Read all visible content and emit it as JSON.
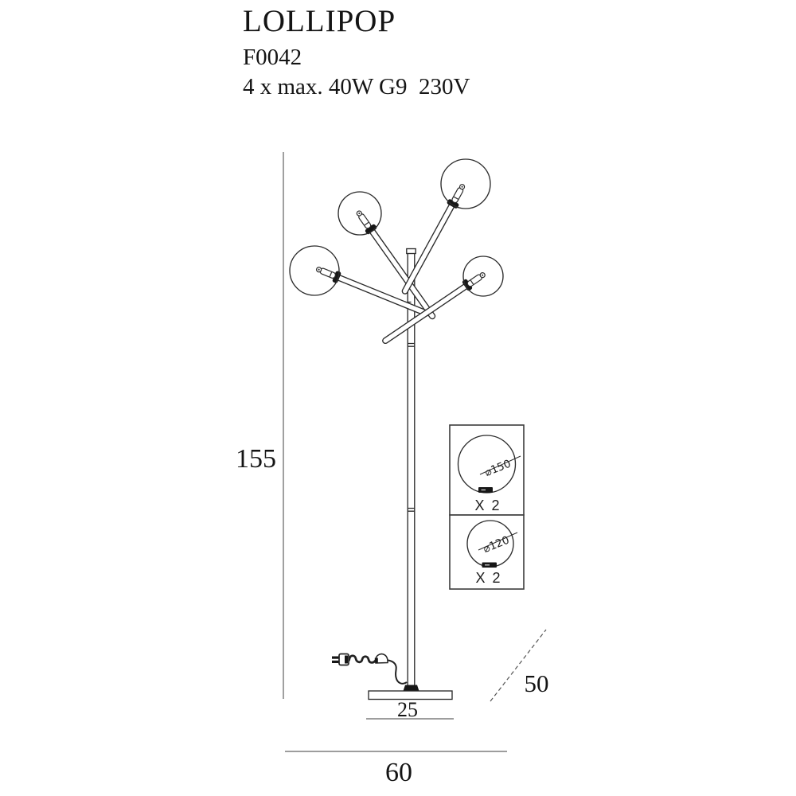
{
  "header": {
    "title": "LOLLIPOP",
    "code": "F0042",
    "spec": "4 x max. 40W G9  230V"
  },
  "dimensions": {
    "height": "155",
    "base_width": "25",
    "total_width": "60",
    "depth": "50"
  },
  "details": [
    {
      "diameter": "⌀150",
      "quantity": "X 2"
    },
    {
      "diameter": "⌀120",
      "quantity": "X 2"
    }
  ],
  "colors": {
    "line": "#2b2b2b",
    "dimension_line": "#8f8f8f",
    "text": "#141414",
    "background": "#ffffff"
  }
}
